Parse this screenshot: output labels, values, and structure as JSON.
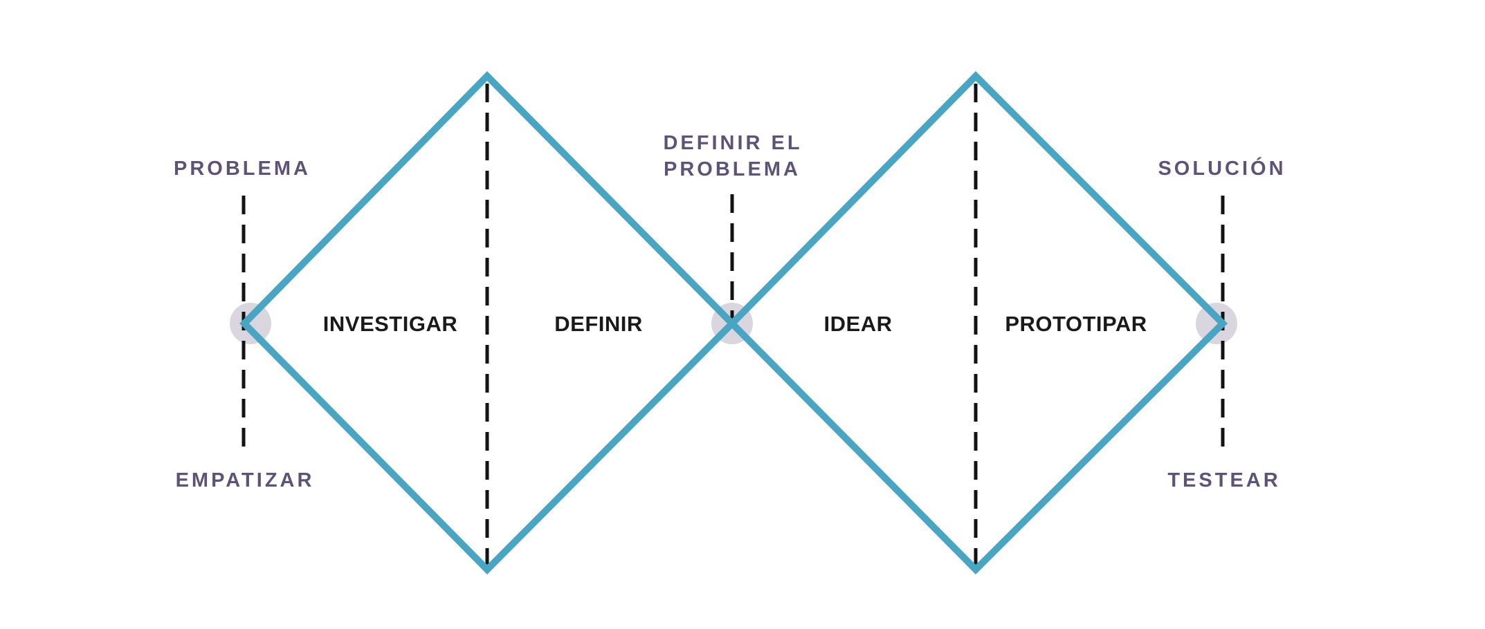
{
  "diagram": {
    "name": "double-diamond-design-process",
    "language": "es",
    "milestones": {
      "problema": "PROBLEMA",
      "empatizar": "EMPATIZAR",
      "definir_el_problema_line1": "DEFINIR EL",
      "definir_el_problema_line2": "PROBLEMA",
      "solucion": "SOLUCIÓN",
      "testear": "TESTEAR"
    },
    "phases": {
      "investigar": "INVESTIGAR",
      "definir": "DEFINIR",
      "idear": "IDEAR",
      "prototipar": "PROTOTIPAR"
    }
  },
  "colors": {
    "diamond_stroke": "#4AA5C2",
    "milestone_text": "#5E5377",
    "phase_text": "#1A1A1A",
    "node_fill": "#D9D6DF",
    "guide_line": "#121212",
    "background": "#FFFFFF"
  }
}
